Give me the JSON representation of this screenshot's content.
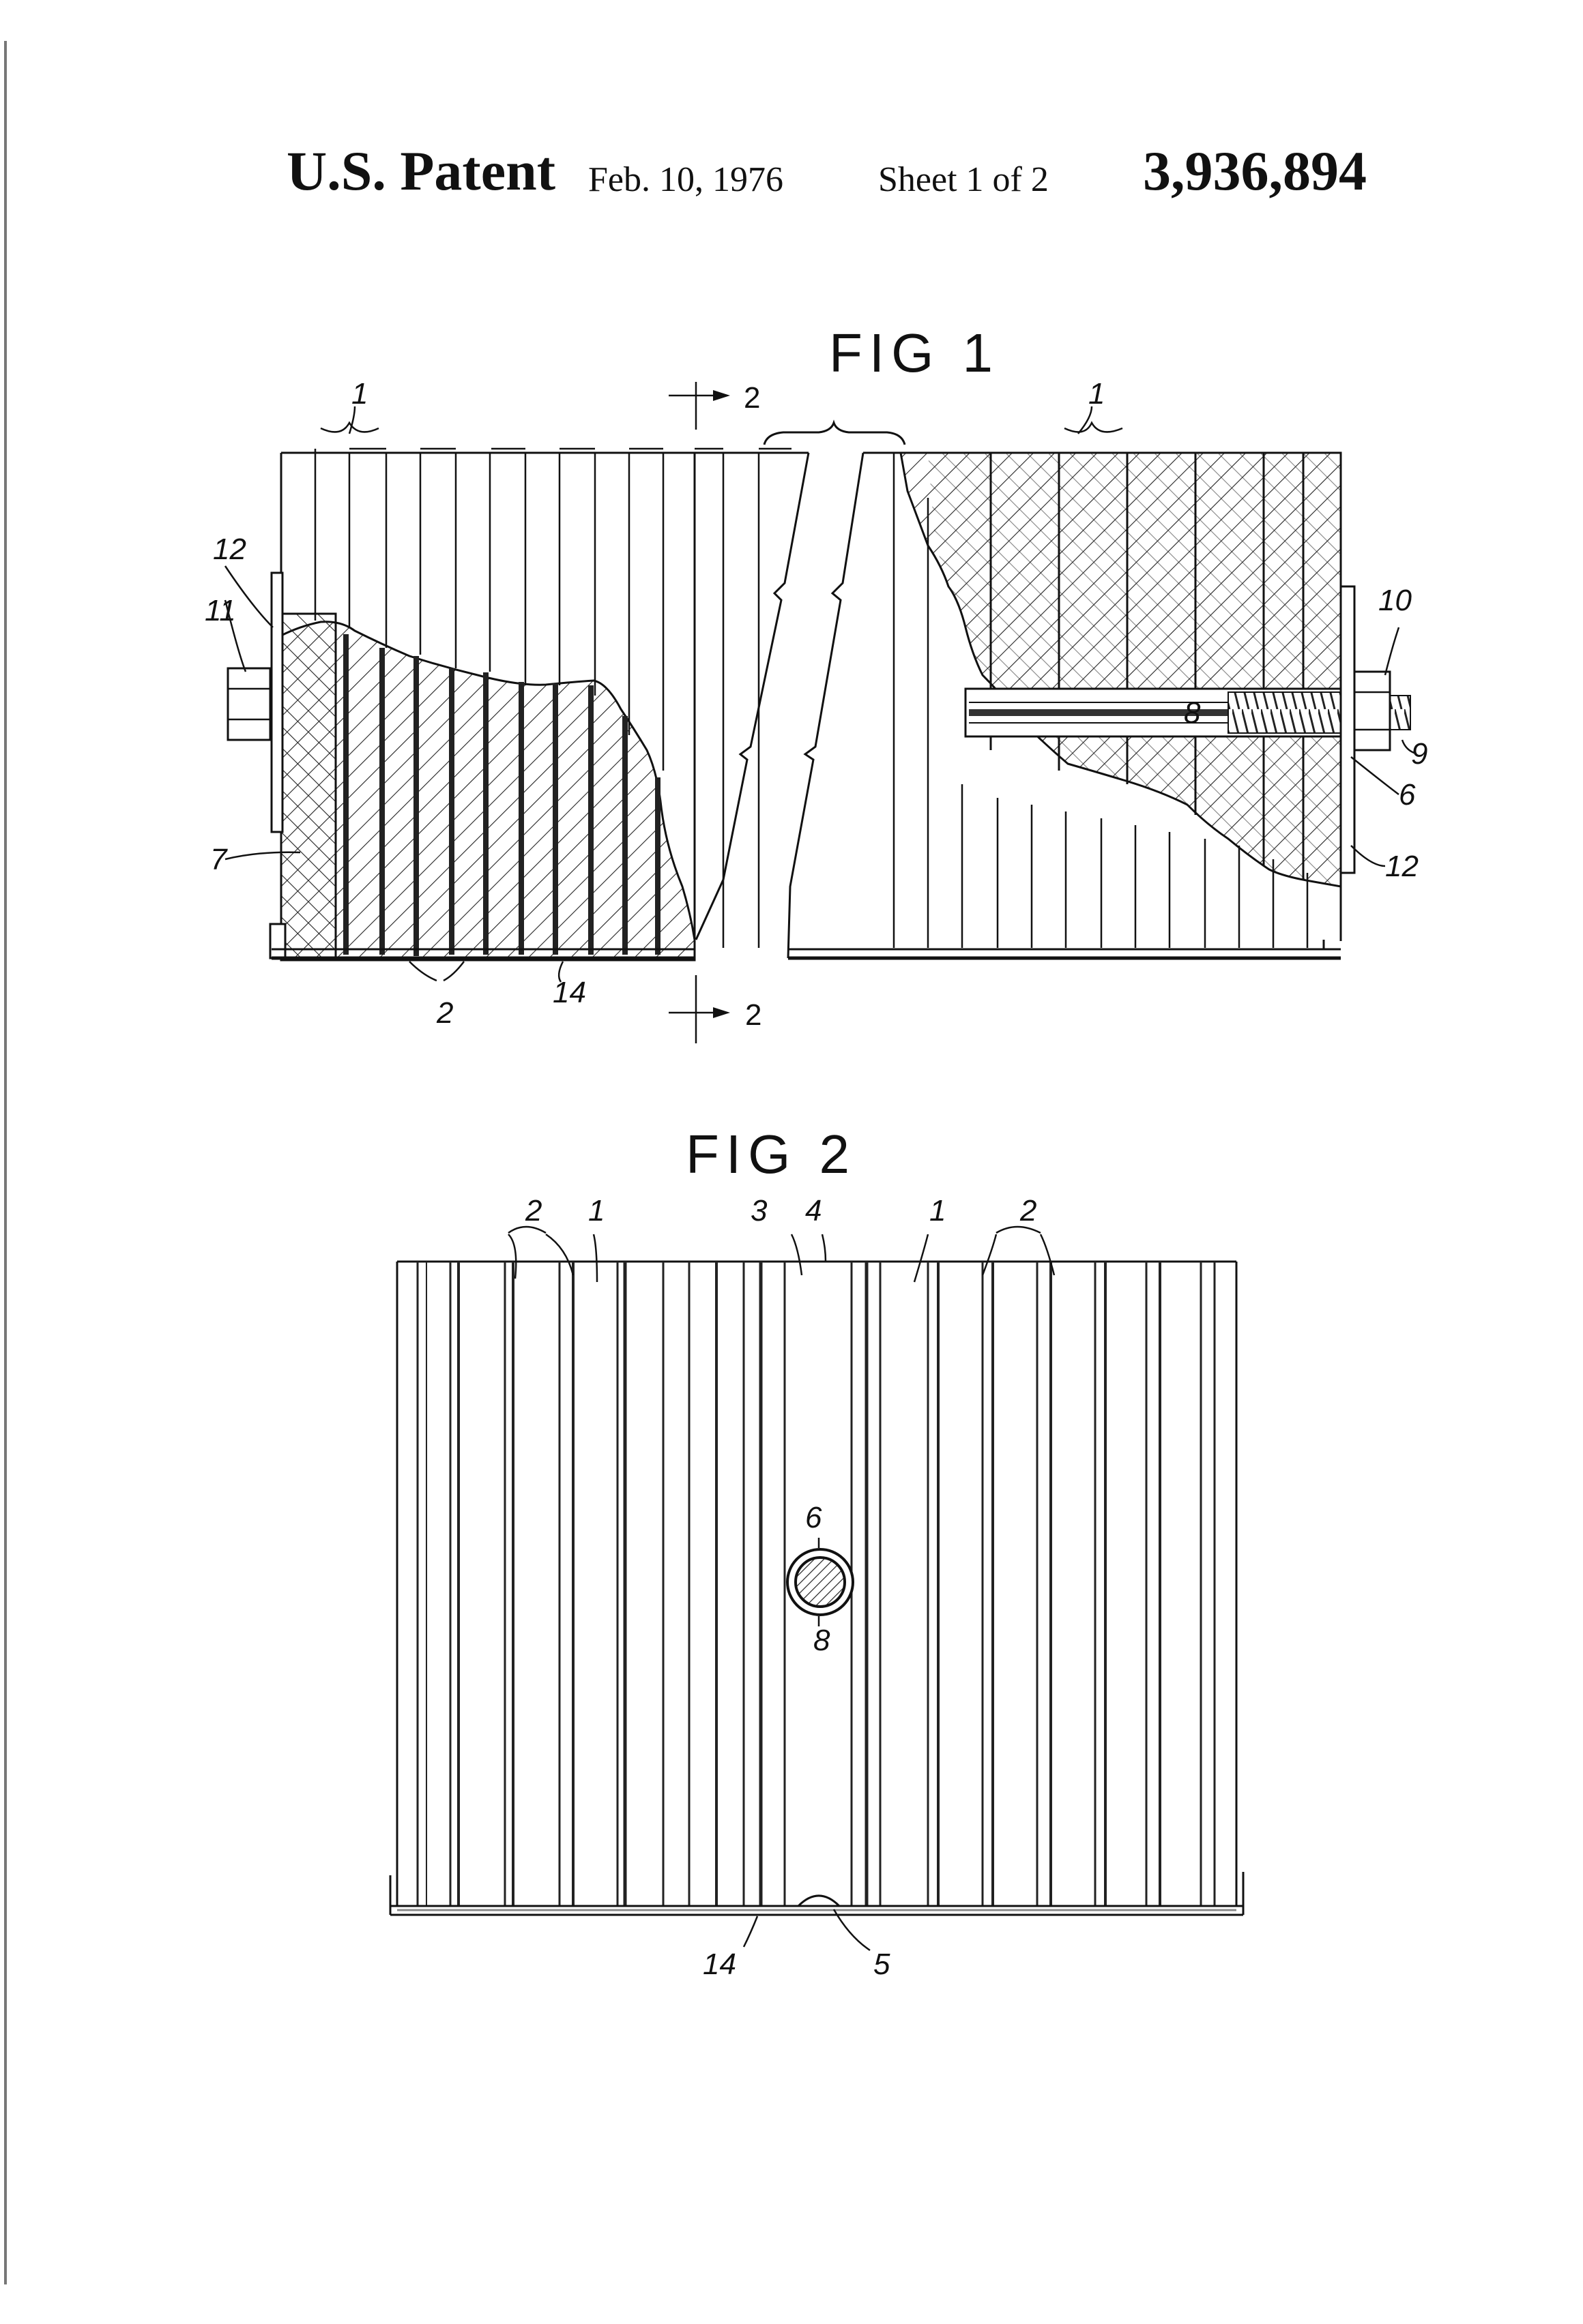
{
  "header": {
    "patent_label": "U.S. Patent",
    "date": "Feb. 10, 1976",
    "sheet": "Sheet 1 of 2",
    "patent_number": "3,936,894"
  },
  "fig1": {
    "title": "FIG 1",
    "section_marks": [
      "2",
      "2"
    ],
    "labels": [
      "1",
      "1",
      "12",
      "11",
      "7",
      "2",
      "14",
      "10",
      "8",
      "9",
      "6",
      "12"
    ]
  },
  "fig2": {
    "title": "FIG 2",
    "labels": [
      "2",
      "1",
      "3",
      "4",
      "1",
      "2",
      "6",
      "8",
      "14",
      "5"
    ]
  }
}
